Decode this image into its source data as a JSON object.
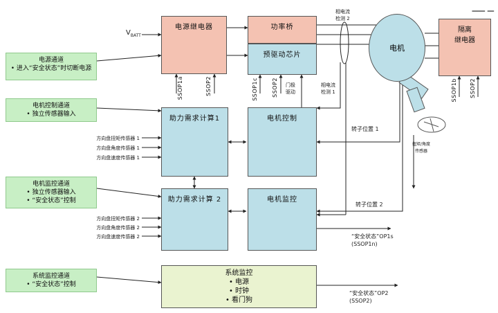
{
  "blocks": {
    "power_relay": "电源继电器",
    "power_bridge": "功率桥",
    "predriver": "预驱动芯片",
    "motor": "电机",
    "isolation_relay": [
      "隔离",
      "继电器"
    ],
    "assist_calc_1": "助力需求计算1",
    "motor_control": "电机控制",
    "assist_calc_2": "助力需求计算 2",
    "motor_monitor": "电机监控",
    "system_monitor": [
      "系统监控",
      "• 电源",
      "• 时钟",
      "• 看门狗"
    ]
  },
  "callouts": {
    "power_channel": [
      "电源通道",
      "• 进入“安全状态”时切断电源"
    ],
    "motor_control_channel": [
      "电机控制通道",
      "• 独立传感器输入"
    ],
    "motor_monitor_channel": [
      "电机监控通道",
      "• 独立传感器输入",
      "• “安全状态”控制"
    ],
    "system_monitor_channel": [
      "系统监控通道",
      "• “安全状态”控制"
    ]
  },
  "signals": {
    "vbatt": "V",
    "vbatt_sub": "BATT",
    "ssop1a": "SSOP1a",
    "ssop2_a": "SSOP2",
    "ssop1c": "SSOP1c",
    "ssop2_b": "SSOP2",
    "gate_drive": [
      "门极",
      "驱动"
    ],
    "phase_current_2": [
      "相电流",
      "检测 2"
    ],
    "phase_current_1": [
      "相电流",
      "检测 1"
    ],
    "ssop1b": "SSOP1b",
    "ssop2_c": "SSOP2",
    "rotor_pos_1": "转子位置 1",
    "rotor_pos_2": "转子位置 2",
    "torque_sensor": [
      "扭矩/角度",
      "传感器"
    ],
    "safe_state_op1": [
      "“安全状态”OP1s",
      "(SSOP1n)"
    ],
    "safe_state_op2": [
      "“安全状态”OP2",
      "(SSOP2)"
    ]
  },
  "sensor_inputs_1": [
    "方向盘扭矩传感器 1",
    "方向盘角度传感器 1",
    "方向盘速度传感器 1"
  ],
  "sensor_inputs_2": [
    "方向盘扭矩传感器 2",
    "方向盘角度传感器 2",
    "方向盘速度传感器 2"
  ],
  "logo": "▁▁ ▁"
}
